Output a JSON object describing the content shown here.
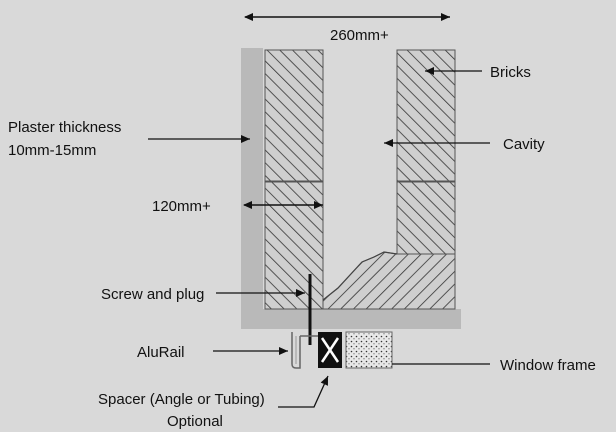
{
  "diagram": {
    "dimension_top": "260mm+",
    "dimension_inner": "120mm+",
    "labels": {
      "bricks": "Bricks",
      "cavity": "Cavity",
      "plaster_line1": "Plaster thickness",
      "plaster_line2": "10mm-15mm",
      "screw": "Screw and plug",
      "alurail": "AluRail",
      "window_frame": "Window frame",
      "spacer_line1": "Spacer (Angle or Tubing)",
      "spacer_line2": "Optional"
    },
    "colors": {
      "background": "#d9d9d9",
      "brick_fill": "#c8c8c8",
      "hatch": "#333333",
      "plaster": "#b8b8b8",
      "line": "#111111"
    }
  }
}
